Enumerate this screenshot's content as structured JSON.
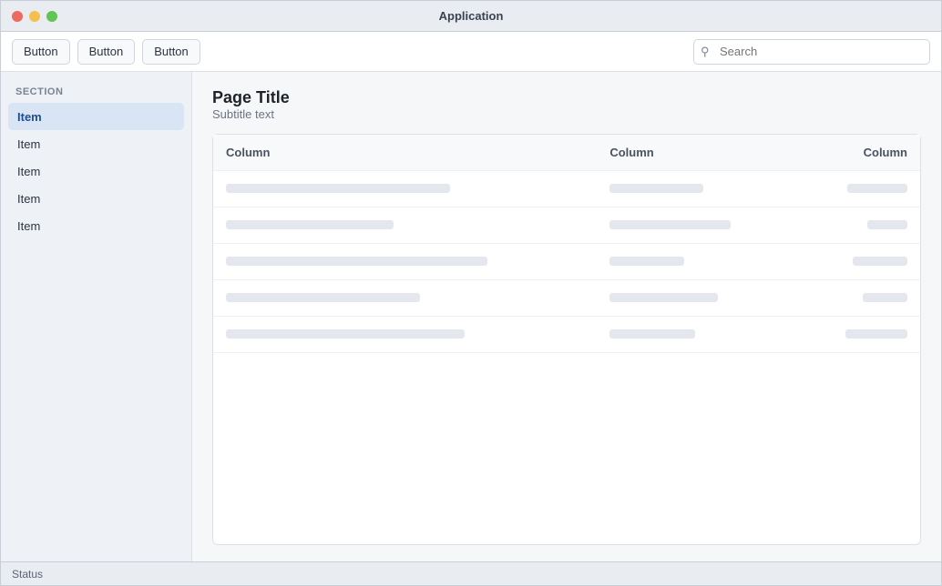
{
  "window": {
    "title": "Application"
  },
  "toolbar": {
    "buttons": [
      "Button",
      "Button",
      "Button"
    ],
    "search_placeholder": "Search"
  },
  "sidebar": {
    "section": "Section",
    "items": [
      "Item",
      "Item",
      "Item",
      "Item",
      "Item"
    ]
  },
  "main": {
    "title": "Page Title",
    "subtitle": "Subtitle text",
    "columns": [
      "Column",
      "Column",
      "Column"
    ]
  },
  "status": {
    "text": "Status"
  }
}
